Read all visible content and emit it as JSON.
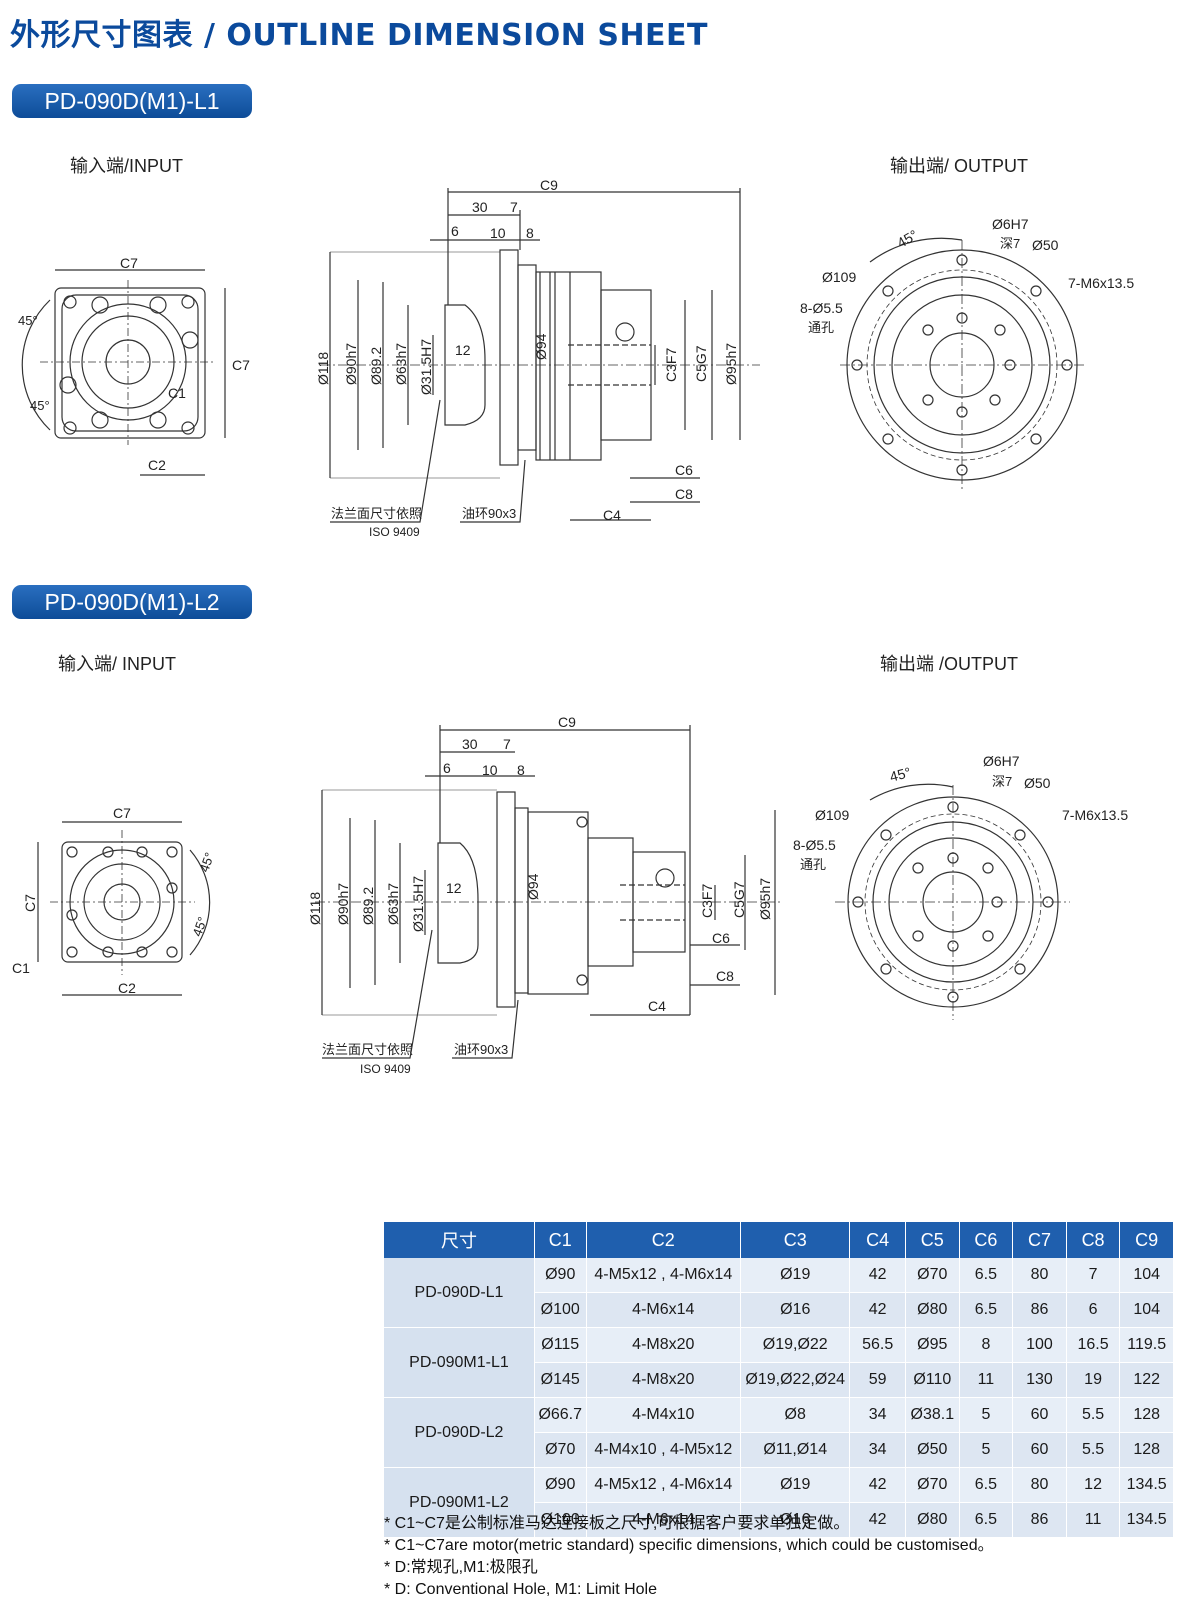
{
  "header": {
    "title": "外形尺寸图表 / OUTLINE DIMENSION SHEET"
  },
  "sections": [
    {
      "model": "PD-090D(M1)-L1",
      "input_label": "输入端/INPUT",
      "output_label": "输出端/ OUTPUT"
    },
    {
      "model": "PD-090D(M1)-L2",
      "input_label": "输入端/ INPUT",
      "output_label": "输出端 /OUTPUT"
    }
  ],
  "drawing_labels": {
    "c1": "C1",
    "c2": "C2",
    "c4": "C4",
    "c5": "C5",
    "c6": "C6",
    "c7": "C7",
    "c8": "C8",
    "c9": "C9",
    "c3f7": "C3F7",
    "c5g7": "C5G7",
    "d30": "30",
    "d7": "7",
    "d6": "6",
    "d10": "10",
    "d8": "8",
    "d12": "12",
    "phi118": "Ø118",
    "phi90": "Ø90h7",
    "phi892": "Ø89.2",
    "phi63": "Ø63h7",
    "phi315": "Ø31.5H7",
    "phi94": "Ø94",
    "phi95": "Ø95h7",
    "angle45": "45°",
    "phi109": "Ø109",
    "holes8": "8-Ø5.5",
    "through": "通孔",
    "phi6": "Ø6H7",
    "depth7": "深7",
    "phi50": "Ø50",
    "m6": "7-M6x13.5",
    "flange": "法兰面尺寸依照",
    "iso": "ISO 9409",
    "oilring": "油环90x3"
  },
  "table": {
    "headers": [
      "尺寸",
      "C1",
      "C2",
      "C3",
      "C4",
      "C5",
      "C6",
      "C7",
      "C8",
      "C9"
    ],
    "groups": [
      {
        "model": "PD-090D-L1",
        "rows": [
          [
            "Ø90",
            "4-M5x12 , 4-M6x14",
            "Ø19",
            "42",
            "Ø70",
            "6.5",
            "80",
            "7",
            "104"
          ],
          [
            "Ø100",
            "4-M6x14",
            "Ø16",
            "42",
            "Ø80",
            "6.5",
            "86",
            "6",
            "104"
          ]
        ]
      },
      {
        "model": "PD-090M1-L1",
        "rows": [
          [
            "Ø115",
            "4-M8x20",
            "Ø19,Ø22",
            "56.5",
            "Ø95",
            "8",
            "100",
            "16.5",
            "119.5"
          ],
          [
            "Ø145",
            "4-M8x20",
            "Ø19,Ø22,Ø24",
            "59",
            "Ø110",
            "11",
            "130",
            "19",
            "122"
          ]
        ]
      },
      {
        "model": "PD-090D-L2",
        "rows": [
          [
            "Ø66.7",
            "4-M4x10",
            "Ø8",
            "34",
            "Ø38.1",
            "5",
            "60",
            "5.5",
            "128"
          ],
          [
            "Ø70",
            "4-M4x10 , 4-M5x12",
            "Ø11,Ø14",
            "34",
            "Ø50",
            "5",
            "60",
            "5.5",
            "128"
          ]
        ]
      },
      {
        "model": "PD-090M1-L2",
        "rows": [
          [
            "Ø90",
            "4-M5x12 , 4-M6x14",
            "Ø19",
            "42",
            "Ø70",
            "6.5",
            "80",
            "12",
            "134.5"
          ],
          [
            "Ø100",
            "4-M6x14",
            "Ø16",
            "42",
            "Ø80",
            "6.5",
            "86",
            "11",
            "134.5"
          ]
        ]
      }
    ]
  },
  "notes": [
    "* C1~C7是公制标准马达连接板之尺寸,可根据客户要求单独定做。",
    "* C1~C7are motor(metric standard)  specific dimensions, which could be customised。",
    "* D:常规孔,M1:极限孔",
    "* D: Conventional Hole, M1: Limit Hole"
  ]
}
